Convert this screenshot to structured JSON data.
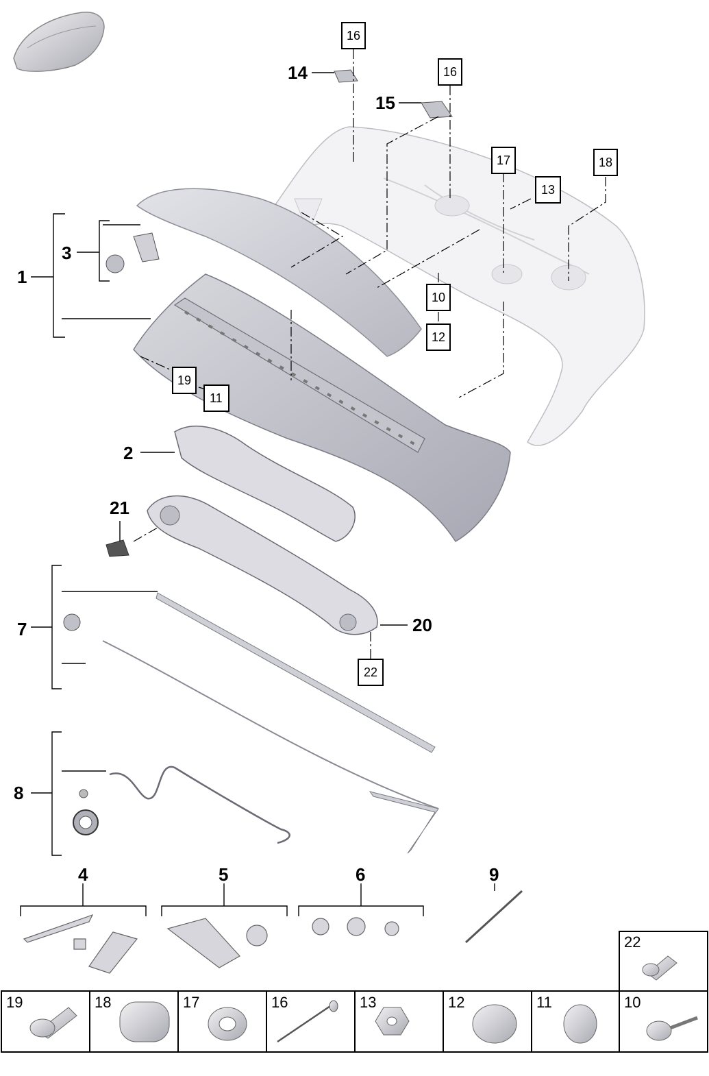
{
  "callouts": {
    "c1": "1",
    "c2": "2",
    "c3": "3",
    "c4": "4",
    "c5": "5",
    "c6": "6",
    "c7": "7",
    "c8": "8",
    "c9": "9",
    "c14": "14",
    "c15": "15",
    "c20": "20",
    "c21": "21"
  },
  "boxed_refs": {
    "b16a": "16",
    "b16b": "16",
    "b17": "17",
    "b18": "18",
    "b13": "13",
    "b10": "10",
    "b12": "12",
    "b19": "19",
    "b11": "11",
    "b22": "22"
  },
  "parts_grid": {
    "p22": "22",
    "p19": "19",
    "p18": "18",
    "p17": "17",
    "p16": "16",
    "p13": "13",
    "p12": "12",
    "p11": "11",
    "p10": "10"
  }
}
